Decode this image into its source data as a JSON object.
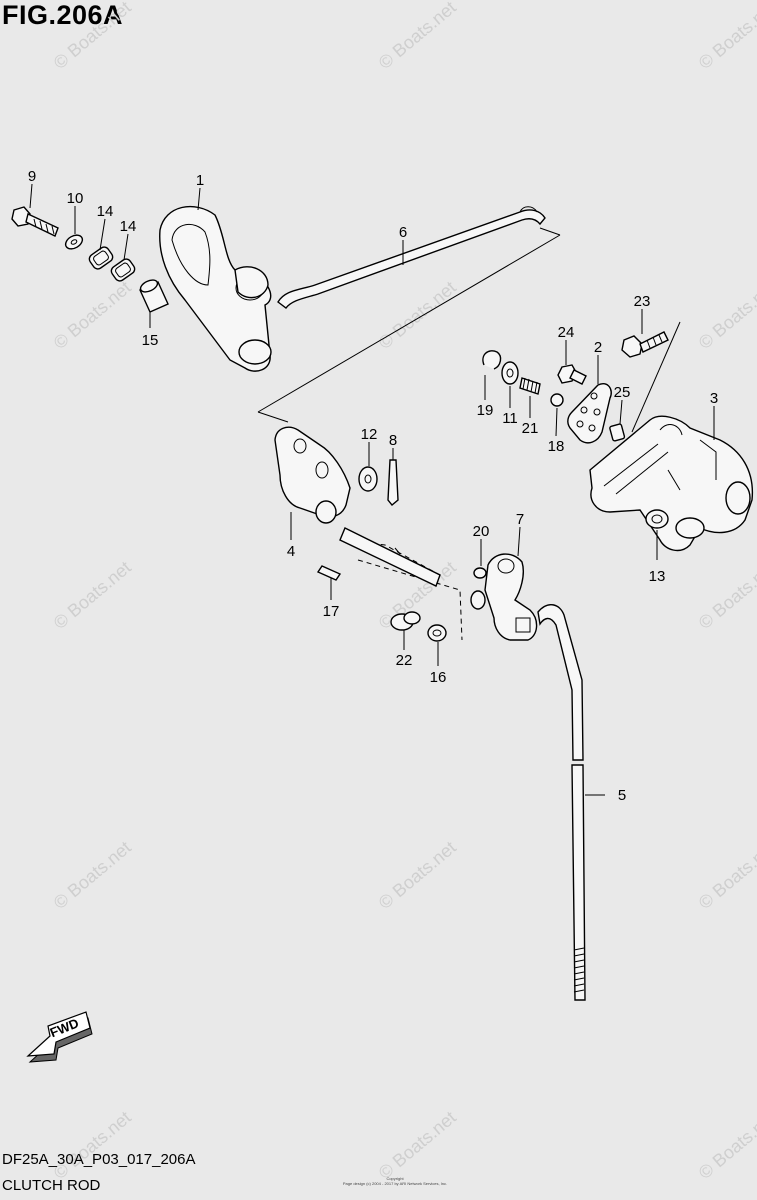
{
  "figure": {
    "title": "FIG.206A",
    "code": "DF25A_30A_P03_017_206A",
    "name": "CLUTCH ROD",
    "direction_label": "FWD",
    "watermark": "© Boats.net",
    "copyright_line1": "Copyright",
    "copyright_line2": "Page design (c) 2004 - 2017 by ARI Network Services, Inc."
  },
  "callouts": [
    "9",
    "10",
    "14",
    "14",
    "1",
    "6",
    "15",
    "23",
    "24",
    "2",
    "25",
    "3",
    "19",
    "11",
    "21",
    "18",
    "12",
    "8",
    "4",
    "20",
    "7",
    "13",
    "17",
    "22",
    "16",
    "5"
  ]
}
